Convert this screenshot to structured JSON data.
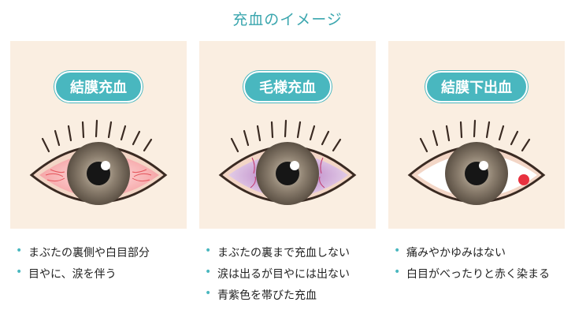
{
  "title": "充血のイメージ",
  "panels": [
    {
      "label": "結膜充血",
      "bullets": [
        "まぶたの裏側や白目部分",
        "目やに、涙を伴う"
      ]
    },
    {
      "label": "毛様充血",
      "bullets": [
        "まぶたの裏まで充血しない",
        "涙は出るが目やには出ない",
        "青紫色を帯びた充血"
      ]
    },
    {
      "label": "結膜下出血",
      "bullets": [
        "痛みやかゆみはない",
        "白目がべったりと赤く染まる"
      ]
    }
  ],
  "colors": {
    "accent": "#49b7bf",
    "panel_bg": "#faeee1",
    "title": "#3aa6ae"
  }
}
